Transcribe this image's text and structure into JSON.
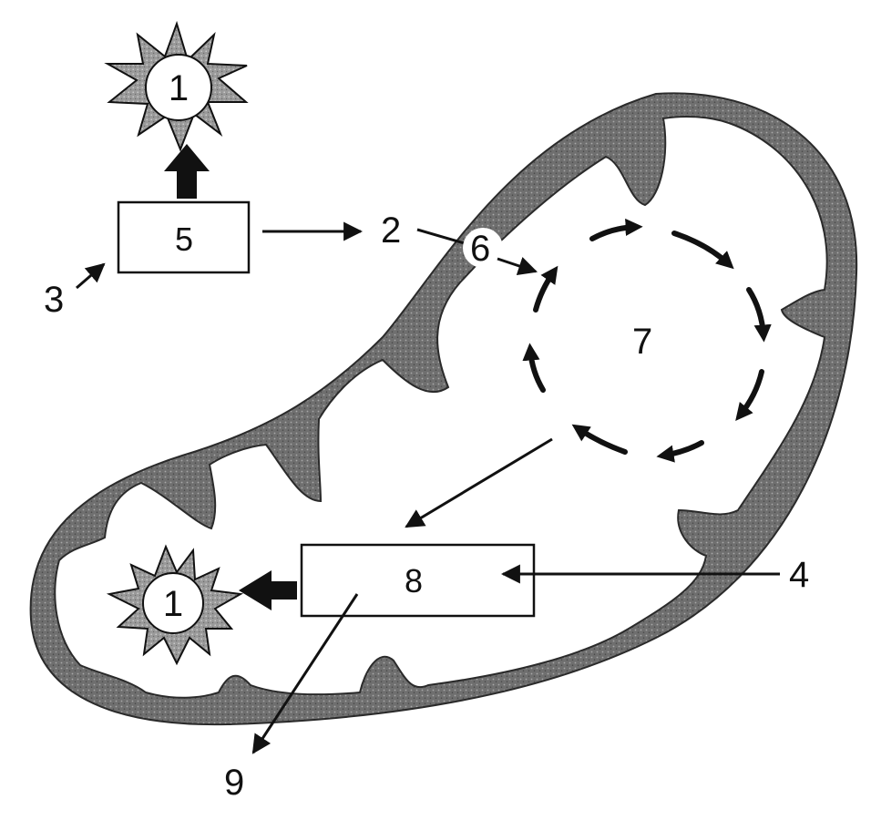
{
  "labels": {
    "star_top": "1",
    "star_bottom": "1",
    "n2": "2",
    "n3": "3",
    "n4": "4",
    "box5": "5",
    "n6": "6",
    "n7": "7",
    "box8": "8",
    "n9": "9"
  },
  "colors": {
    "membrane_fill": "#6f6f6f",
    "membrane_stroke": "#2a2a2a",
    "star_fill": "#9a9a9a",
    "line": "#111111"
  },
  "icons": {
    "star": "starburst-icon",
    "cycle": "circular-cycle-icon",
    "block_arrow": "block-arrow-icon"
  }
}
